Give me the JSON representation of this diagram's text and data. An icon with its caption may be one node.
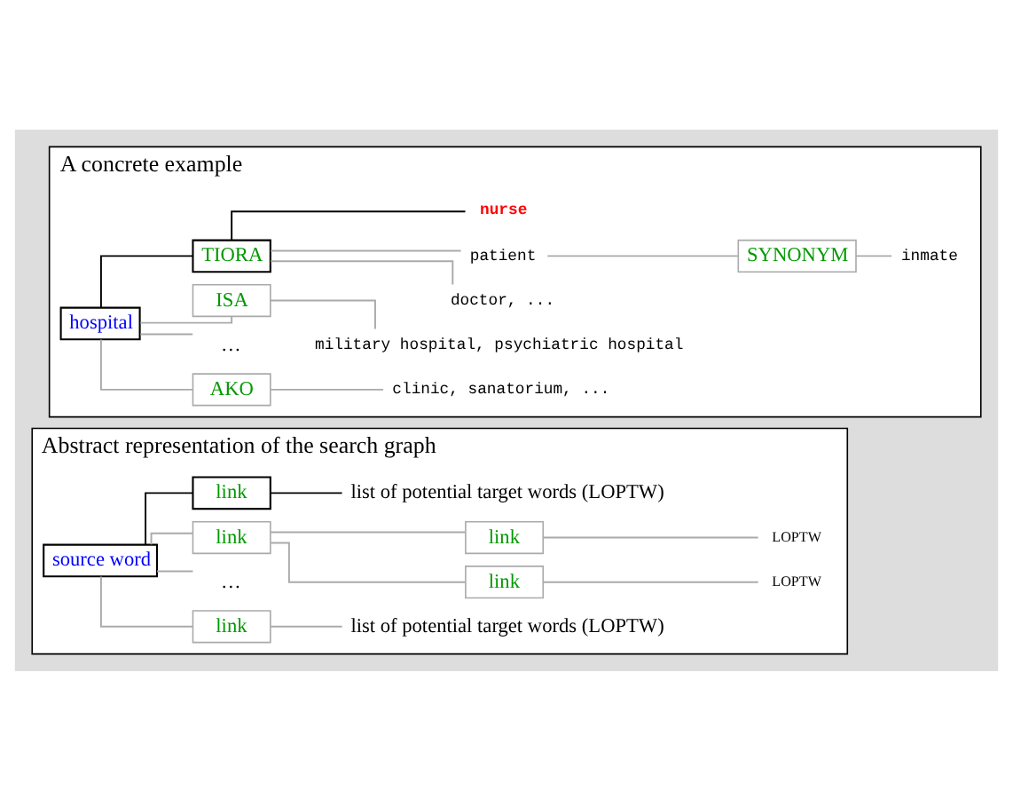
{
  "diagram": {
    "nodes": [
      {
        "text": [
          "Abstract representation of the search graph"
        ]
      },
      {
        "text": [
          "source word"
        ],
        "in": 0
      },
      {
        "text": [
          "link"
        ],
        "in": 0
      },
      {
        "text": [
          "list of potential target words (LOPTW)"
        ],
        "in": 0
      },
      {
        "text": [
          "…"
        ],
        "in": 0
      },
      {
        "text": [
          "link"
        ],
        "in": 0
      },
      {
        "text": [
          "link"
        ],
        "in": 0
      },
      {
        "text": [
          "LOPTW"
        ],
        "in": 0
      },
      {
        "text": [
          "link"
        ],
        "in": 0
      },
      {
        "text": [
          "LOPTW"
        ],
        "in": 0
      },
      {
        "text": [
          "link"
        ],
        "in": 0
      },
      {
        "text": [
          "list of potential target words (LOPTW)"
        ],
        "in": 0
      },
      {
        "text": [
          "A concrete example"
        ]
      },
      {
        "text": [
          "hospital"
        ],
        "in": 12
      },
      {
        "text": [
          "AKO"
        ],
        "in": 12
      },
      {
        "text": [
          "clinic, sanatorium, ..."
        ],
        "in": 12
      },
      {
        "text": [
          "…"
        ],
        "in": 12
      },
      {
        "text": [
          "ISA"
        ],
        "in": 12
      },
      {
        "text": [
          "military hospital, psychiatric hospital"
        ],
        "in": 12
      },
      {
        "text": [
          "TIORA"
        ],
        "in": 12
      },
      {
        "text": [
          "doctor, ..."
        ],
        "in": 12
      },
      {
        "text": [
          "patient"
        ],
        "in": 12
      },
      {
        "text": [
          "SYNONYM"
        ],
        "in": 12
      },
      {
        "text": [
          "inmate"
        ],
        "in": 12
      },
      {
        "text": [
          "nurse"
        ],
        "in": 12
      }
    ],
    "edges": [
      {
        "from": 1,
        "to": 2,
        "arrow": "none"
      },
      {
        "from": 2,
        "to": 3,
        "arrow": "none"
      },
      {
        "from": 1,
        "to": 4,
        "arrow": "none"
      },
      {
        "from": 1,
        "to": 5,
        "arrow": "none"
      },
      {
        "from": 5,
        "to": 6,
        "arrow": "none"
      },
      {
        "from": 6,
        "to": 7,
        "arrow": "none"
      },
      {
        "from": 5,
        "to": 8,
        "arrow": "none"
      },
      {
        "from": 8,
        "to": 9,
        "arrow": "none"
      },
      {
        "from": 1,
        "to": 10,
        "arrow": "none",
        "color": "#000000"
      },
      {
        "from": 10,
        "to": 11,
        "arrow": "none",
        "color": "#000000"
      },
      {
        "from": 13,
        "to": 14,
        "arrow": "none"
      },
      {
        "from": 14,
        "to": 15,
        "arrow": "none"
      },
      {
        "from": 13,
        "to": 16,
        "arrow": "none"
      },
      {
        "from": 13,
        "to": 17,
        "arrow": "none"
      },
      {
        "from": 17,
        "to": 18,
        "arrow": "none"
      },
      {
        "from": 13,
        "to": 19,
        "arrow": "none",
        "color": "#000000"
      },
      {
        "from": 19,
        "to": 20,
        "arrow": "none"
      },
      {
        "from": 19,
        "to": 21,
        "arrow": "none"
      },
      {
        "from": 21,
        "to": 22,
        "arrow": "none"
      },
      {
        "from": 22,
        "to": 23,
        "arrow": "none"
      },
      {
        "from": 19,
        "to": 24,
        "arrow": "none",
        "color": "#000000"
      }
    ]
  }
}
